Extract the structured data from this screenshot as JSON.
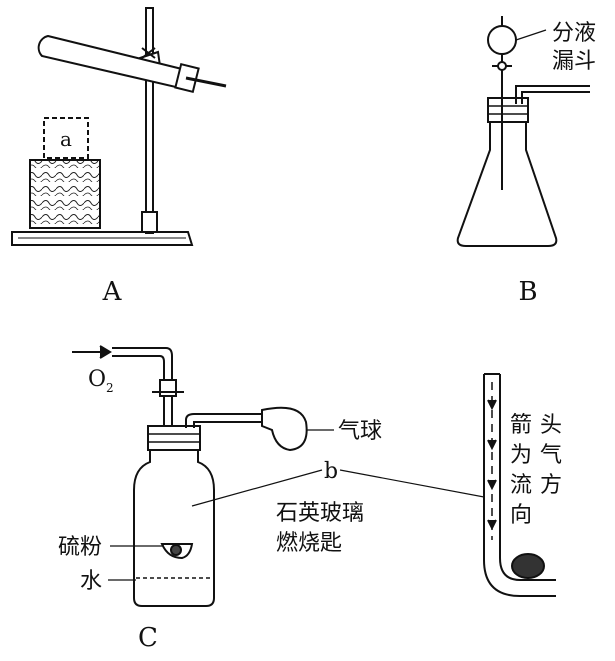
{
  "panels": {
    "A": {
      "label": "A",
      "box_label": "a"
    },
    "B": {
      "label": "B",
      "funnel_label_line1": "分液",
      "funnel_label_line2": "漏斗"
    },
    "C": {
      "label": "C",
      "gas_in": "O",
      "gas_in_sub": "2",
      "balloon": "气球",
      "pointer_b": "b",
      "spoon_line1": "石英玻璃",
      "spoon_line2": "燃烧匙",
      "sulfur": "硫粉",
      "water": "水",
      "arrow_note": [
        "箭",
        "头",
        "为",
        "气",
        "流",
        "方",
        "向"
      ]
    }
  }
}
